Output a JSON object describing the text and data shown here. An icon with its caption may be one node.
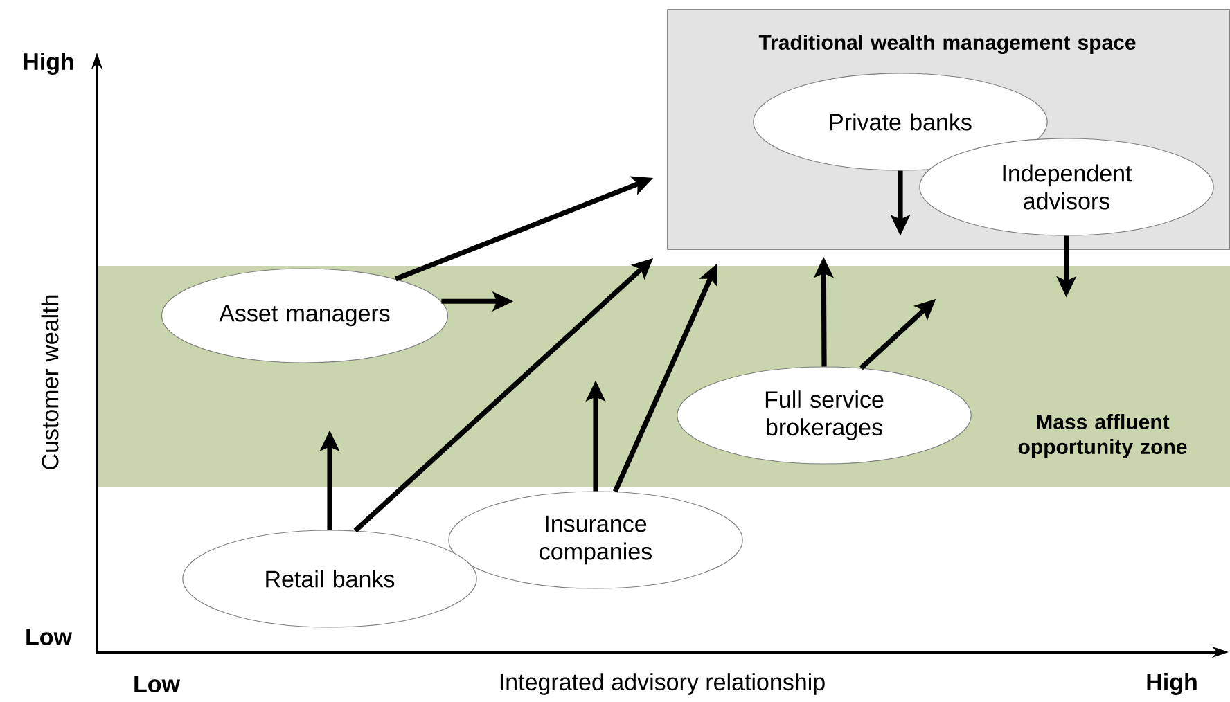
{
  "diagram": {
    "nodes": [
      {
        "text": [
          "Traditional wealth management space"
        ]
      },
      {
        "text": [
          "Private banks"
        ],
        "in": 0
      },
      {
        "text": [
          "Independent advisors"
        ],
        "in": 0
      },
      {
        "text": [
          "Mass affluent opportunity zone"
        ]
      },
      {
        "text": [
          "Asset managers"
        ],
        "in": 3
      },
      {
        "text": [
          "Full service brokerages"
        ],
        "in": 3
      },
      {
        "text": [
          "Insurance companies"
        ]
      },
      {
        "text": [
          "Retail banks"
        ]
      }
    ],
    "edges": [
      {
        "from": 4,
        "to": 0,
        "arrow": "to"
      },
      {
        "from": 4,
        "to": null,
        "arrow": "to"
      },
      {
        "from": 7,
        "to": null,
        "arrow": "to"
      },
      {
        "from": 7,
        "to": 0,
        "arrow": "to"
      },
      {
        "from": 6,
        "to": null,
        "arrow": "to"
      },
      {
        "from": 6,
        "to": 0,
        "arrow": "to"
      },
      {
        "from": 5,
        "to": 0,
        "arrow": "to"
      },
      {
        "from": 5,
        "to": null,
        "arrow": "to"
      },
      {
        "from": 1,
        "to": null,
        "arrow": "to"
      },
      {
        "from": 2,
        "to": 3,
        "arrow": "to"
      }
    ],
    "labels": [
      "High",
      "Customer wealth",
      "Low",
      "Low",
      "Integrated advisory relationship",
      "High"
    ]
  }
}
